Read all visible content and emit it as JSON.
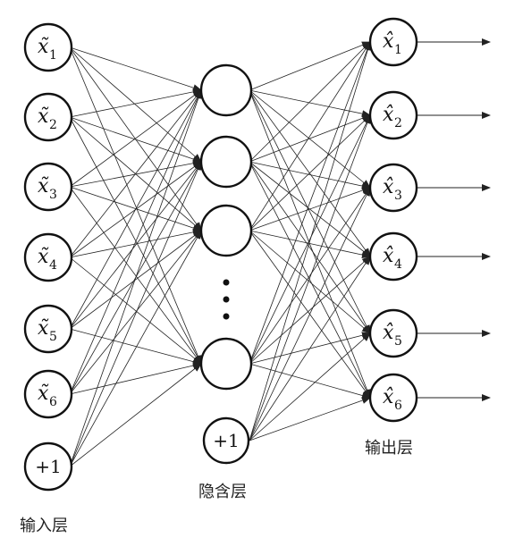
{
  "input_layer": {
    "label": "输入层",
    "nodes": [
      {
        "symbol": "x̃",
        "subscript": "1"
      },
      {
        "symbol": "x̃",
        "subscript": "2"
      },
      {
        "symbol": "x̃",
        "subscript": "3"
      },
      {
        "symbol": "x̃",
        "subscript": "4"
      },
      {
        "symbol": "x̃",
        "subscript": "5"
      },
      {
        "symbol": "x̃",
        "subscript": "6"
      }
    ],
    "bias": "+1"
  },
  "hidden_layer": {
    "label": "隐含层",
    "node_count": 4,
    "bias": "+1"
  },
  "output_layer": {
    "label": "输出层",
    "nodes": [
      {
        "symbol": "x̂",
        "subscript": "1"
      },
      {
        "symbol": "x̂",
        "subscript": "2"
      },
      {
        "symbol": "x̂",
        "subscript": "3"
      },
      {
        "symbol": "x̂",
        "subscript": "4"
      },
      {
        "symbol": "x̂",
        "subscript": "5"
      },
      {
        "symbol": "x̂",
        "subscript": "6"
      }
    ]
  }
}
